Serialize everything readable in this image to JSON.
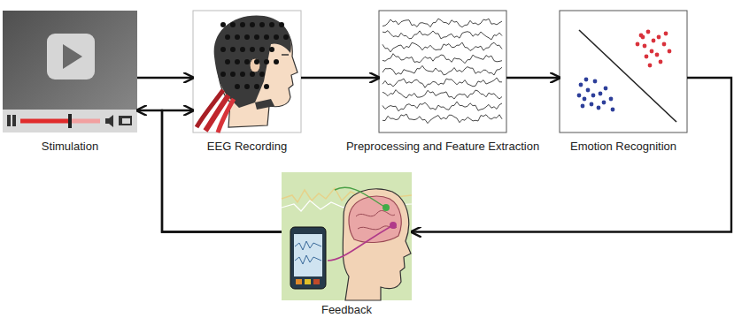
{
  "diagram": {
    "nodes": [
      {
        "text": [
          "Stimulation"
        ]
      },
      {
        "text": [
          "EEG Recording"
        ]
      },
      {
        "text": [
          "Preprocessing and Feature Extraction"
        ]
      },
      {
        "text": [
          "Emotion Recognition"
        ]
      },
      {
        "text": [
          "Feedback"
        ]
      }
    ],
    "edges": [
      {
        "from": 0,
        "to": 1,
        "arrow": "to"
      },
      {
        "from": 1,
        "to": 2,
        "arrow": "to"
      },
      {
        "from": 2,
        "to": 3,
        "arrow": "to"
      },
      {
        "from": 3,
        "to": 4,
        "arrow": "to"
      },
      {
        "from": 4,
        "to": 0,
        "arrow": "to"
      },
      {
        "from": 4,
        "to": 1,
        "arrow": "to"
      }
    ]
  }
}
